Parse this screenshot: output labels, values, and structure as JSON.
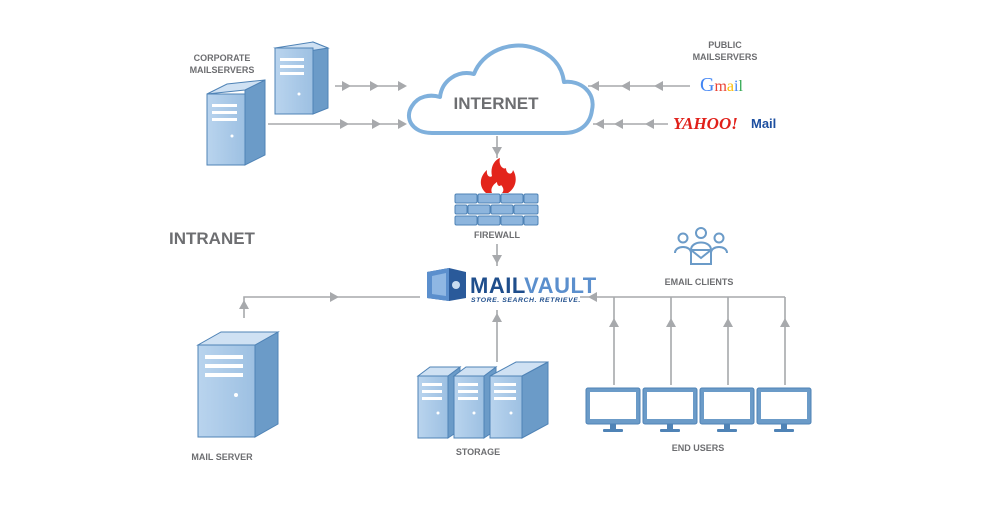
{
  "diagram": {
    "cloud_label": "INTERNET",
    "intranet_label": "INTRANET",
    "corporate_mailservers_label": [
      "CORPORATE",
      "MAILSERVERS"
    ],
    "public_mailservers_label": [
      "PUBLIC",
      "MAILSERVERS"
    ],
    "gmail_logo": {
      "letters": [
        "G",
        "m",
        "a",
        "i",
        "l"
      ],
      "colors": [
        "#4285f4",
        "#ea4335",
        "#fbbc05",
        "#4285f4",
        "#34a853"
      ]
    },
    "yahoo_logo": {
      "text": "YAHOO!",
      "suffix": "Mail",
      "yahoo_color": "#e0201a",
      "mail_color": "#1d4fa0"
    },
    "firewall_label": "FIREWALL",
    "mailvault": {
      "brand_left": "MAIL",
      "brand_right": "VAULT",
      "tagline": "STORE. SEARCH. RETRIEVE."
    },
    "email_clients_label": "EMAIL CLIENTS",
    "mail_server_label": "MAIL SERVER",
    "storage_label": "STORAGE",
    "end_users_label": "END USERS"
  },
  "colors": {
    "icon_fill": "#a8c7e6",
    "icon_dark": "#6b9bc8",
    "icon_stroke": "#4f83b6",
    "cloud_stroke": "#7fb0dc",
    "arrow": "#a7a9ac",
    "label": "#6d6e71",
    "flame": "#e3241b",
    "mailvault_blue": "#1f4e8c"
  }
}
